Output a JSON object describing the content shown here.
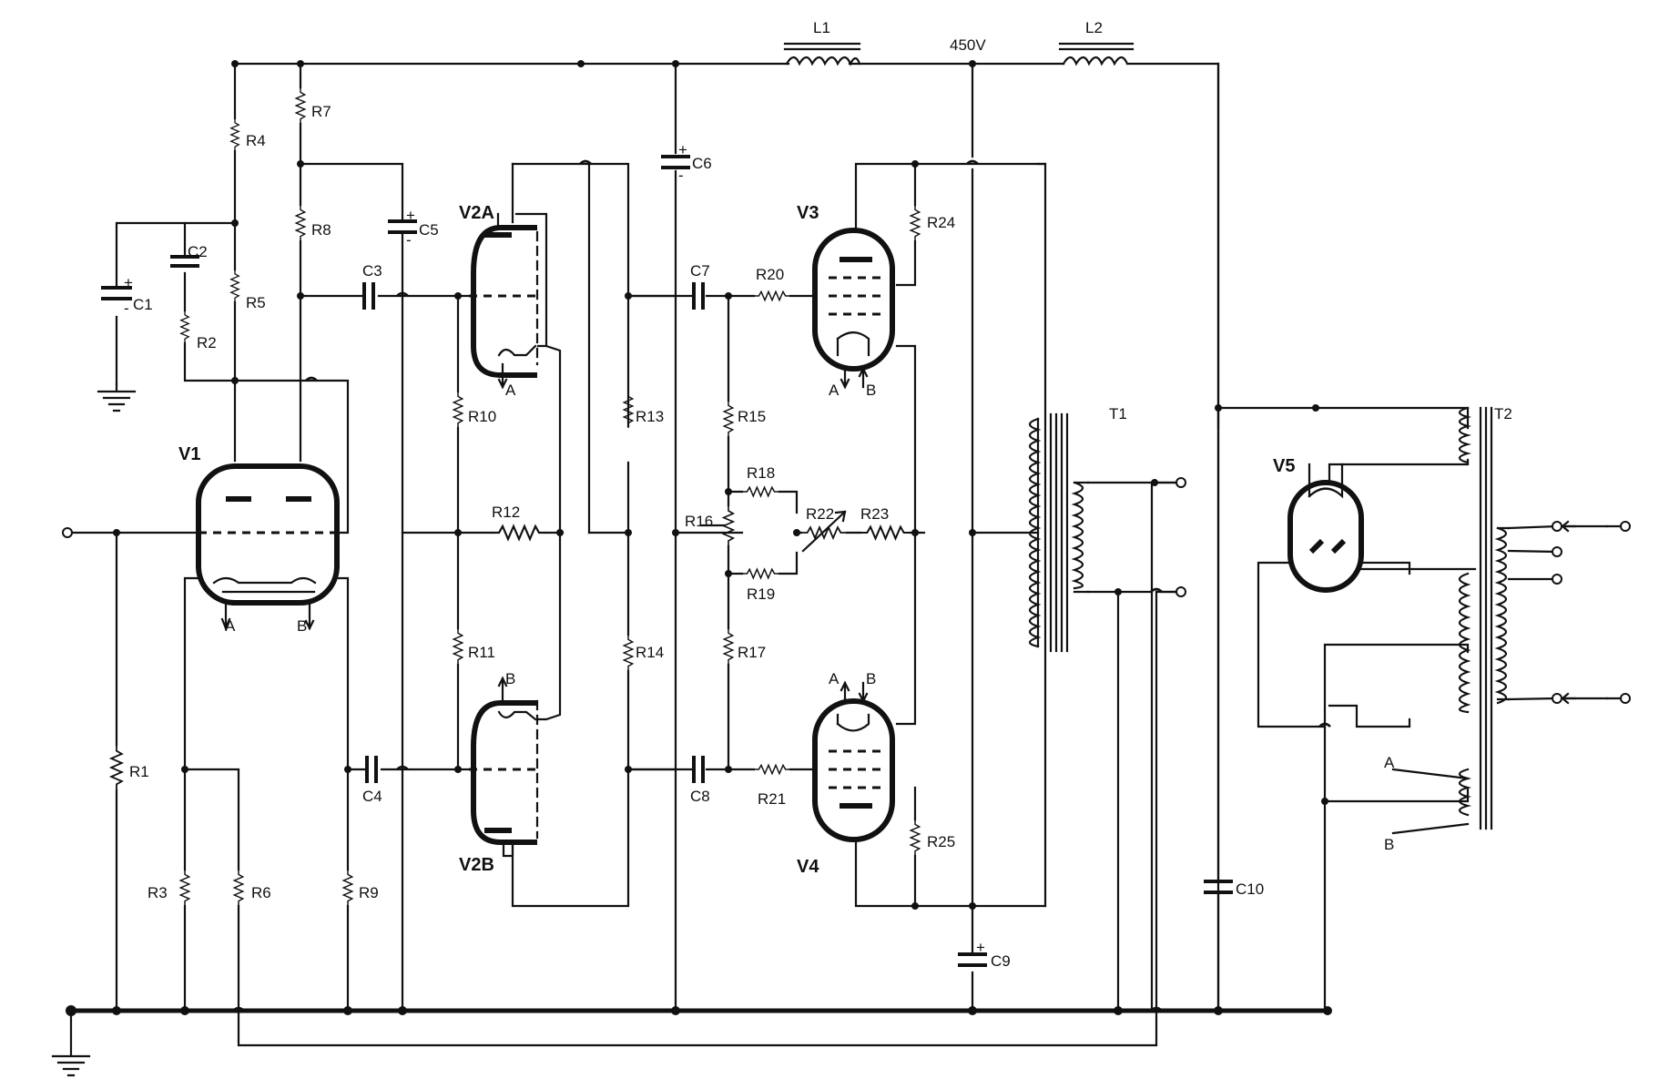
{
  "rail_voltage": "450V",
  "valves": {
    "v1": "V1",
    "v2a": "V2A",
    "v2b": "V2B",
    "v3": "V3",
    "v4": "V4",
    "v5": "V5"
  },
  "resistors": {
    "r1": "R1",
    "r2": "R2",
    "r3": "R3",
    "r4": "R4",
    "r5": "R5",
    "r6": "R6",
    "r7": "R7",
    "r8": "R8",
    "r9": "R9",
    "r10": "R10",
    "r11": "R11",
    "r12": "R12",
    "r13": "R13",
    "r14": "R14",
    "r15": "R15",
    "r16": "R16",
    "r17": "R17",
    "r18": "R18",
    "r19": "R19",
    "r20": "R20",
    "r21": "R21",
    "r22": "R22",
    "r23": "R23",
    "r24": "R24",
    "r25": "R25"
  },
  "capacitors": {
    "c1": "C1",
    "c2": "C2",
    "c3": "C3",
    "c4": "C4",
    "c5": "C5",
    "c6": "C6",
    "c7": "C7",
    "c8": "C8",
    "c9": "C9",
    "c10": "C10"
  },
  "inductors": {
    "l1": "L1",
    "l2": "L2"
  },
  "transformers": {
    "t1": "T1",
    "t2": "T2"
  },
  "heater_labels": {
    "a": "A",
    "b": "B"
  },
  "polarity": {
    "plus": "+",
    "minus": "-"
  }
}
